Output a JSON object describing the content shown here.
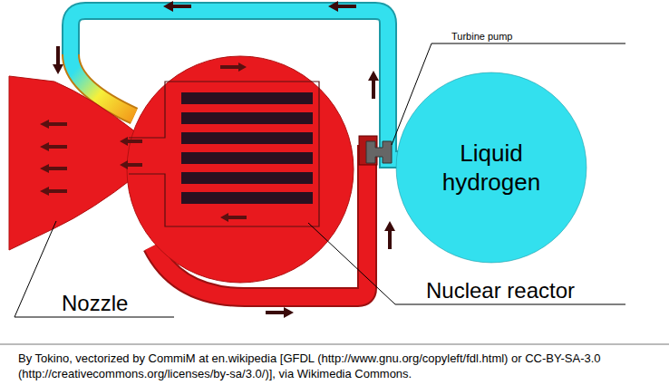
{
  "diagram": {
    "caption": "By Tokino, vectorized by CommiM at en.wikipedia [GFDL (http://www.gnu.org/copyleft/fdl.html) or CC-BY-SA-3.0 (http://creativecommons.org/licenses/by-sa/3.0/)], via Wikimedia Commons.",
    "nodes": [
      {
        "text": [
          "Liquid hydrogen"
        ]
      }
    ],
    "labels": [
      "Turbine pump",
      "Nozzle",
      "Nuclear reactor"
    ]
  }
}
